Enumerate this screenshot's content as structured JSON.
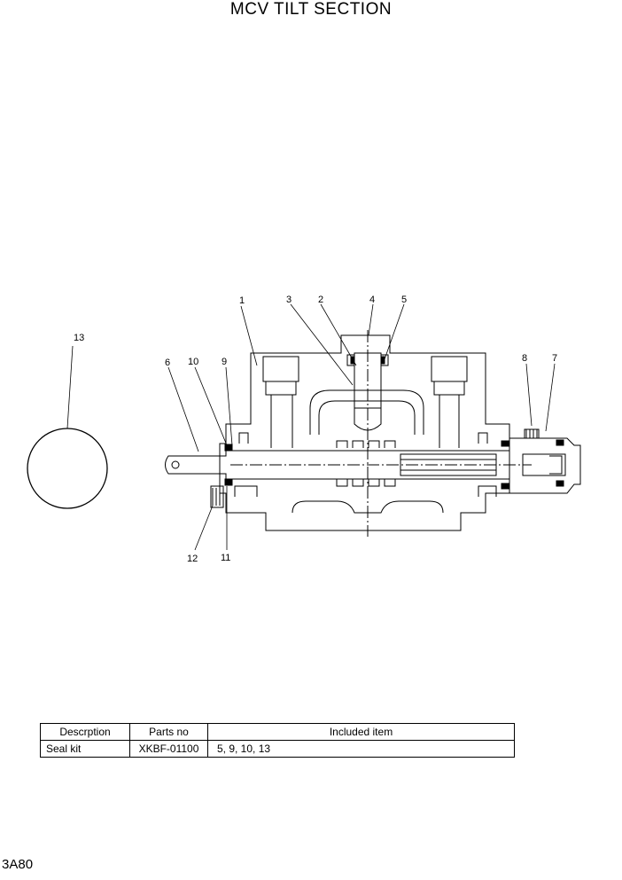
{
  "title": "MCV TILT SECTION",
  "page_code": "3A80",
  "callouts": [
    "1",
    "2",
    "3",
    "4",
    "5",
    "6",
    "7",
    "8",
    "9",
    "10",
    "11",
    "12",
    "13"
  ],
  "table": {
    "headers": [
      "Descrption",
      "Parts no",
      "Included item"
    ],
    "rows": [
      [
        "Seal kit",
        "XKBF-01100",
        "5, 9, 10, 13"
      ]
    ]
  }
}
